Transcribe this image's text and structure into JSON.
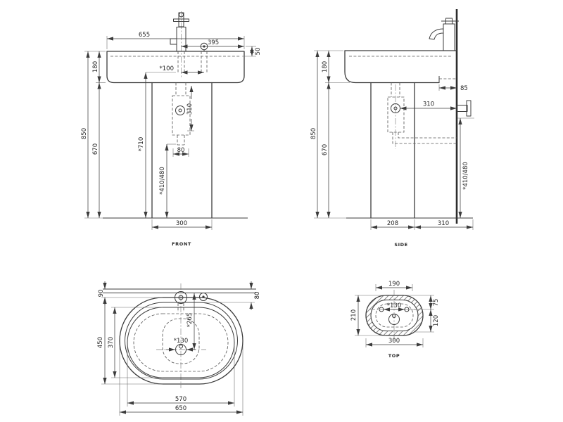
{
  "palette": {
    "ink": "#3c3c3c",
    "background": "#ffffff"
  },
  "drawing": {
    "views": {
      "front": {
        "label": "FRONT",
        "dims": {
          "overall_width": "655",
          "tap_to_edge": "395",
          "rim_drop": "50",
          "basin_height": "180",
          "overall_height": "850",
          "pedestal_height": "670",
          "tap_hole_height": "*710",
          "hole_spacing": "*100",
          "trap_height": "310",
          "waste_stub": "80",
          "base_width": "300",
          "connection_height": "*410/480"
        }
      },
      "side": {
        "label": "SIDE",
        "dims": {
          "basin_height": "180",
          "overall_height": "850",
          "pedestal_height": "670",
          "wall_recess": "85",
          "drain_to_wall": "310",
          "connection_height": "*410/480",
          "base_depth": "208",
          "base_to_wall": "310"
        }
      },
      "plan": {
        "dims": {
          "back_overhang": "90",
          "rear_ledge": "80",
          "tap_to_drain": "*265",
          "overall_depth": "450",
          "bowl_depth": "370",
          "drain_offset": "*130",
          "bowl_width": "570",
          "overall_width": "650"
        }
      },
      "top": {
        "label": "TOP",
        "dims": {
          "inner_width": "190",
          "overall_depth": "210",
          "hole_spacing": "*130",
          "front_offset": "75",
          "drain_offset": "120",
          "overall_width": "300"
        }
      }
    }
  }
}
